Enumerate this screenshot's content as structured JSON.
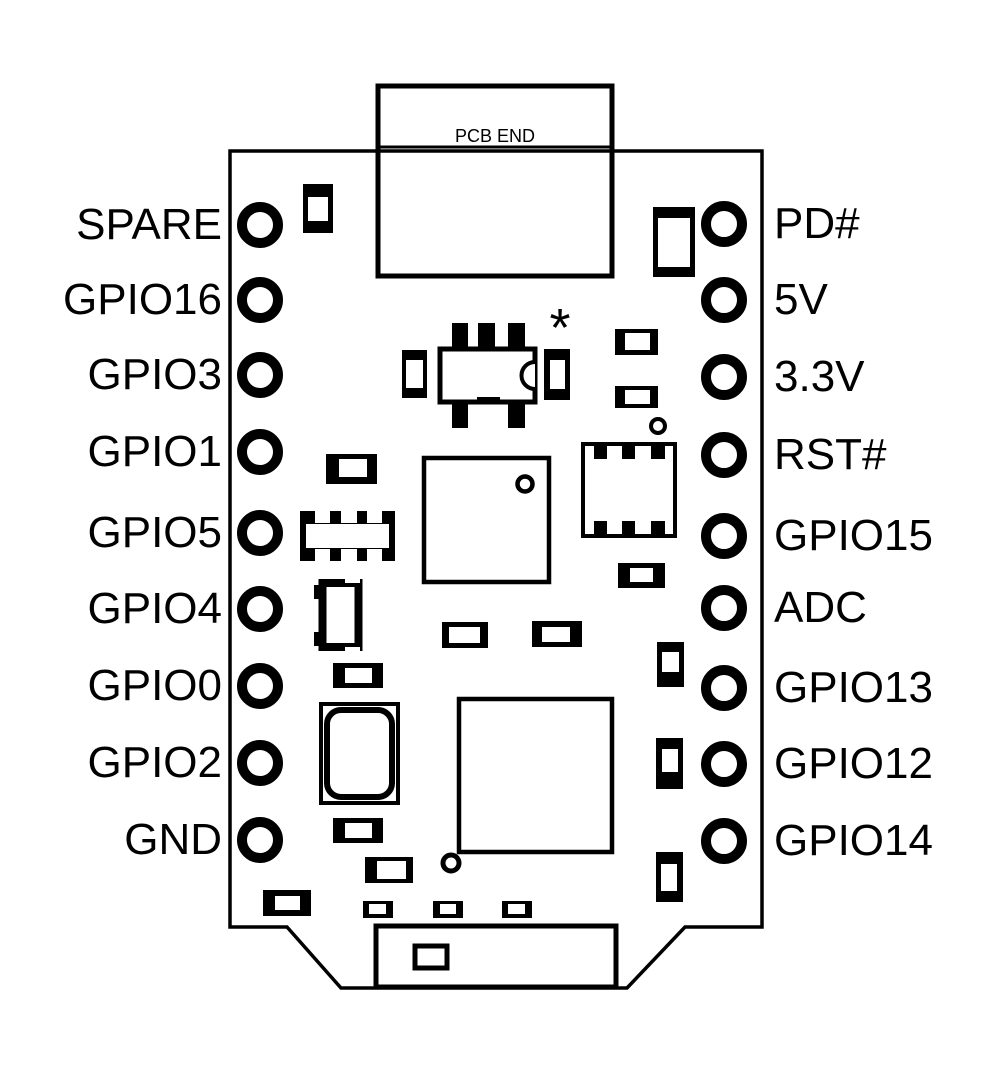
{
  "diagram": {
    "pcb_end_label": "PCB END",
    "asterisk_marker": "*"
  },
  "pins": {
    "left": [
      {
        "label": "SPARE"
      },
      {
        "label": "GPIO16"
      },
      {
        "label": "GPIO3"
      },
      {
        "label": "GPIO1"
      },
      {
        "label": "GPIO5"
      },
      {
        "label": "GPIO4"
      },
      {
        "label": "GPIO0"
      },
      {
        "label": "GPIO2"
      },
      {
        "label": "GND"
      }
    ],
    "right": [
      {
        "label": "PD#"
      },
      {
        "label": "5V"
      },
      {
        "label": "3.3V"
      },
      {
        "label": "RST#"
      },
      {
        "label": "GPIO15"
      },
      {
        "label": "ADC"
      },
      {
        "label": "GPIO13"
      },
      {
        "label": "GPIO12"
      },
      {
        "label": "GPIO14"
      }
    ]
  },
  "colors": {
    "line": "#000000",
    "background": "#ffffff"
  }
}
